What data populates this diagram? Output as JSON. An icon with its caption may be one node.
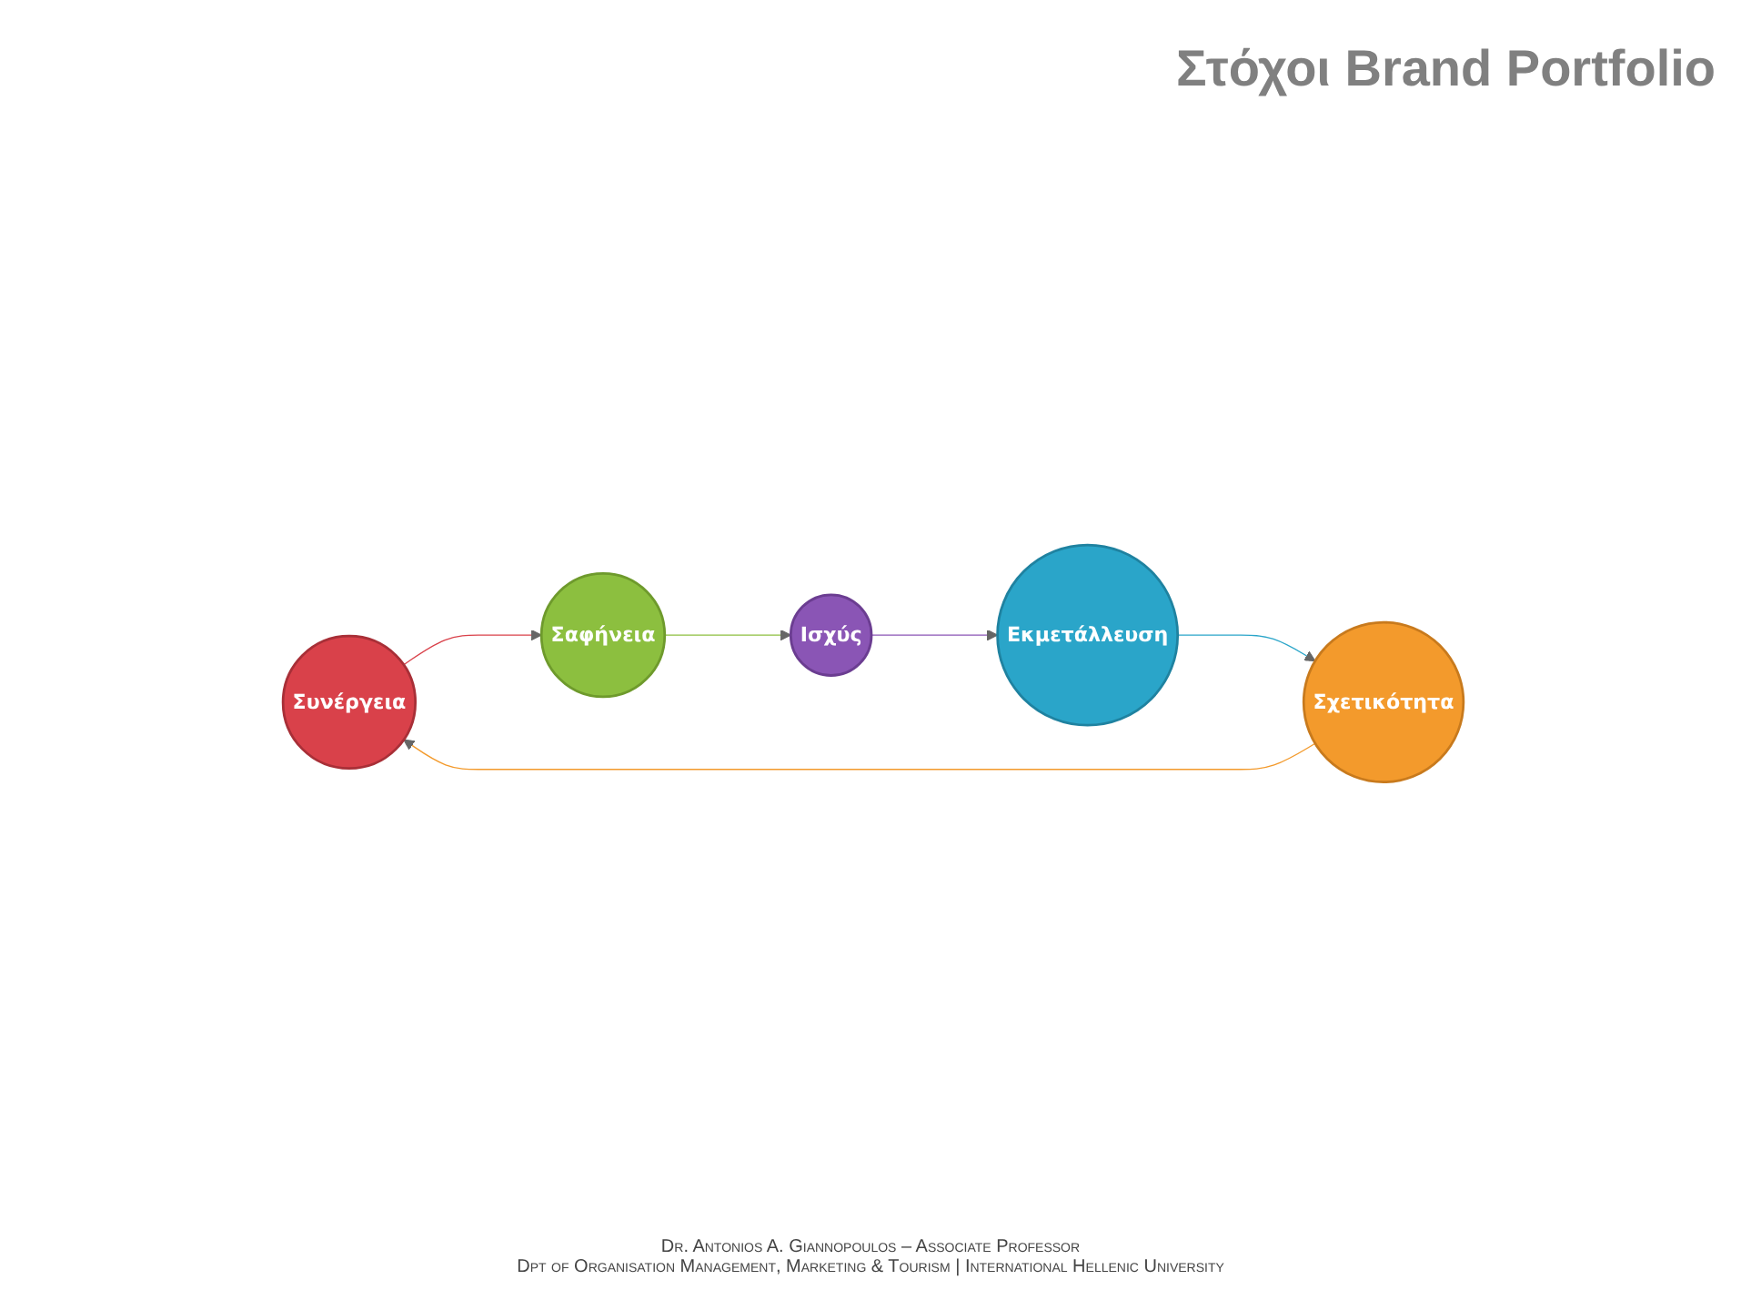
{
  "diagram": {
    "title": "Στόχοι Brand Portfolio",
    "nodes": [
      {
        "text": [
          "Συνέργεια"
        ]
      },
      {
        "text": [
          "Σαφήνεια"
        ]
      },
      {
        "text": [
          "Ισχύς"
        ]
      },
      {
        "text": [
          "Εκμετάλλευση"
        ]
      },
      {
        "text": [
          "Σχετικότητα"
        ]
      }
    ],
    "edges": [
      {
        "from": 0,
        "to": 1,
        "arrow": "to",
        "color": "#d9414a"
      },
      {
        "from": 1,
        "to": 2,
        "arrow": "to",
        "color": "#8cbf3f"
      },
      {
        "from": 2,
        "to": 3,
        "arrow": "to",
        "color": "#8a55b5"
      },
      {
        "from": 3,
        "to": 4,
        "arrow": "to",
        "color": "#2aa5c9"
      },
      {
        "from": 4,
        "to": 0,
        "arrow": "to",
        "color": "#f39a2c"
      }
    ],
    "labels": [
      "Dr. Antonios A. Giannopoulos – Associate Professor",
      "Dpt of Organisation Management, Marketing & Tourism | International Hellenic University"
    ]
  }
}
